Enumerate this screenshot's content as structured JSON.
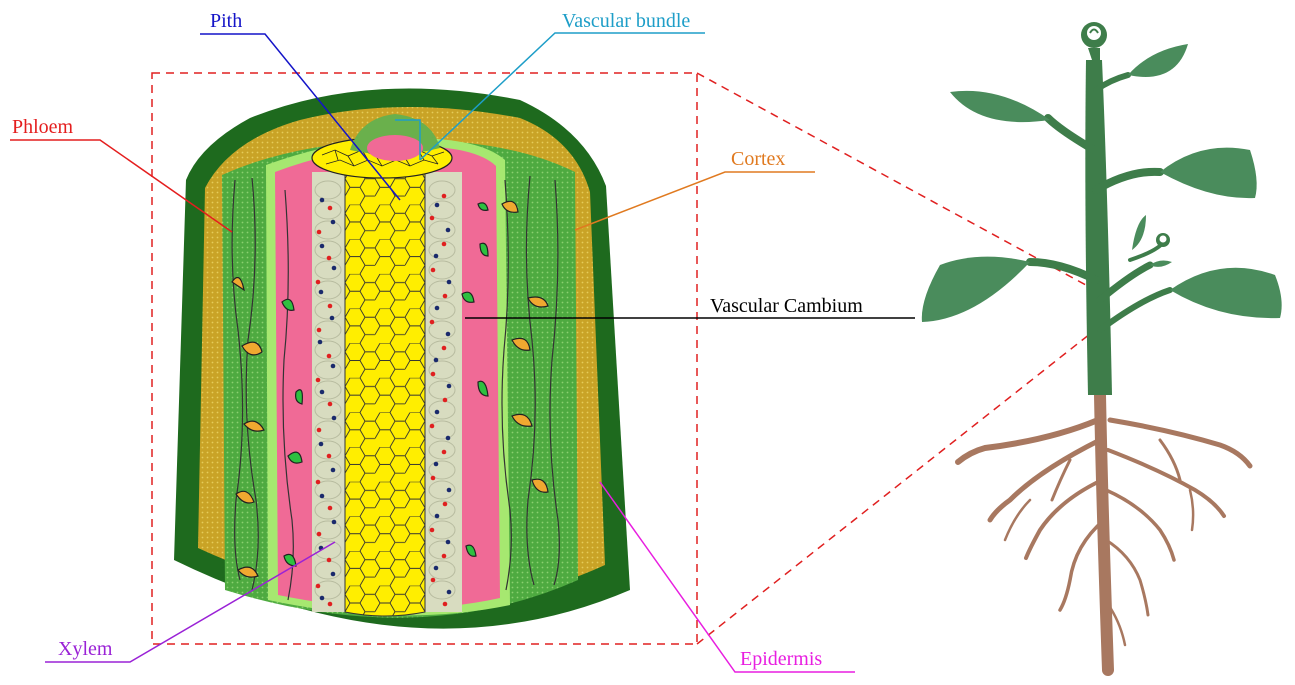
{
  "labels": {
    "pith": "Pith",
    "vascular_bundle": "Vascular bundle",
    "phloem": "Phloem",
    "cortex": "Cortex",
    "vascular_cambium": "Vascular Cambium",
    "xylem": "Xylem",
    "epidermis": "Epidermis"
  },
  "colors": {
    "pith": "#1414c8",
    "vascular_bundle": "#1e9ec8",
    "phloem": "#e41e1e",
    "cortex": "#e07a20",
    "vascular_cambium": "#000000",
    "xylem": "#9a22d6",
    "epidermis": "#e81ee0",
    "zoom_box": "#e02020",
    "epidermis_fill": "#1e6a1e",
    "cortex_fill": "#c8a020",
    "phloem_fill": "#4eaa40",
    "cambium_fill": "#f06a96",
    "xylem_fill": "#d8dcc0",
    "pith_fill": "#ffee00",
    "stem_green": "#3e7d4a",
    "leaf_green": "#4a8c5c",
    "root_brown": "#a87860"
  }
}
